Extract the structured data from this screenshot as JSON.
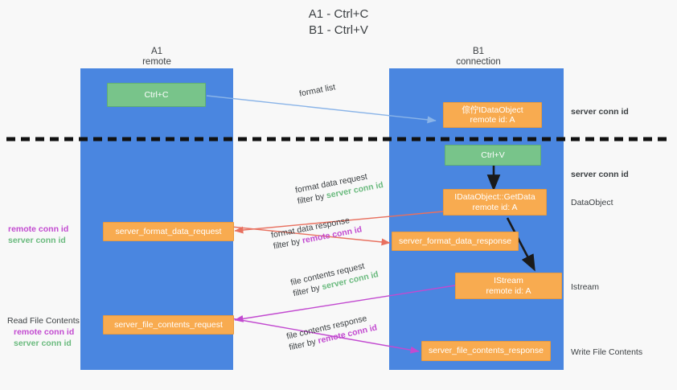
{
  "title": {
    "line1": "A1 - Ctrl+C",
    "line2": "B1 - Ctrl+V"
  },
  "columns": [
    {
      "name": "A1",
      "sub": "remote"
    },
    {
      "name": "B1",
      "sub": "connection"
    }
  ],
  "colors": {
    "lane": "#4a86e0",
    "green_box": "#78c48a",
    "orange_box": "#f8ab50",
    "green_text": "#6aba7e",
    "magenta_text": "#c24ad0",
    "blue_arrow": "#8ab4e8",
    "red_arrow": "#e8705f",
    "magenta_arrow": "#c24ad0",
    "dark_arrow": "#1a1a1a",
    "background": "#f8f8f8"
  },
  "nodes": {
    "ctrl_c": {
      "line1": "Ctrl+C",
      "line2": ""
    },
    "data_object_src": {
      "line1": "倧佇IDataObject",
      "line2": "remote id: A"
    },
    "ctrl_v": {
      "line1": "Ctrl+V",
      "line2": ""
    },
    "get_data": {
      "line1": "IDataObject::GetData",
      "line2": "remote id: A"
    },
    "istream": {
      "line1": "IStream",
      "line2": "remote id: A"
    },
    "server_format_data_request": {
      "line1": "server_format_data_request",
      "line2": ""
    },
    "server_format_data_response": {
      "line1": "server_format_data_response",
      "line2": ""
    },
    "server_file_contents_request": {
      "line1": "server_file_contents_request",
      "line2": ""
    },
    "server_file_contents_response": {
      "line1": "server_file_contents_response",
      "line2": ""
    }
  },
  "edge_labels": {
    "format_list": "format list",
    "format_data_request": "format data request",
    "format_data_request_filter_prefix": "filter by ",
    "format_data_request_filter_value": "server conn id",
    "format_data_response": "format data response",
    "format_data_response_filter_prefix": "filter by ",
    "format_data_response_filter_value": "remote conn id",
    "file_contents_request": "file contents request",
    "file_contents_request_filter_prefix": "filter by ",
    "file_contents_request_filter_value": "server conn id",
    "file_contents_response": "file contents response",
    "file_contents_response_filter_prefix": "filter by ",
    "file_contents_response_filter_value": "remote conn id"
  },
  "right_labels": {
    "server_conn_id_top": "server conn id",
    "server_conn_id_mid": "server conn id",
    "data_object": "DataObject",
    "istream": "Istream",
    "write_file_contents": "Write File Contents"
  },
  "left_labels": {
    "remote_conn_id_1": "remote conn id",
    "server_conn_id_1": "server conn id",
    "read_file_contents": "Read File Contents",
    "remote_conn_id_2": "remote conn id",
    "server_conn_id_2": "server conn id"
  }
}
